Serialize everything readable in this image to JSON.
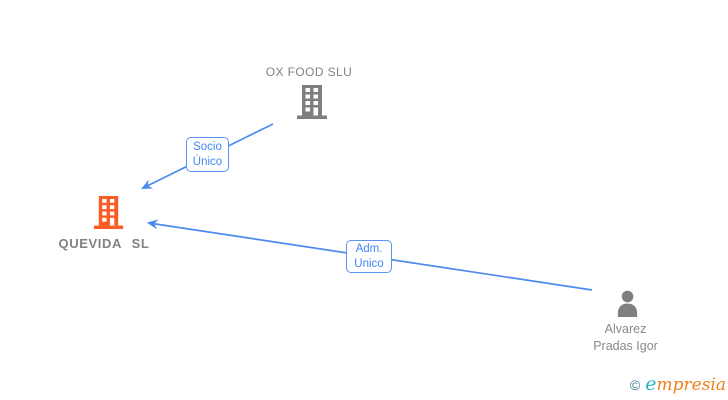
{
  "diagram": {
    "colors": {
      "edge_blue": "#4E89EE",
      "company_gray": "#7F7F7F",
      "company_orange": "#F95B22",
      "person_gray": "#7F7F7F",
      "node_label_gray": "#828282"
    },
    "nodes": {
      "ox_food": {
        "label": "OX FOOD SLU",
        "type": "company"
      },
      "quevida": {
        "label": "QUEVIDA SL",
        "type": "company"
      },
      "alvarez": {
        "label_line1": "Alvarez",
        "label_line2": "Pradas Igor",
        "type": "person"
      }
    },
    "edges": {
      "socio_unico": {
        "from": "OX FOOD SLU",
        "to": "QUEVIDA SL",
        "label_line1": "Socio",
        "label_line2": "Único"
      },
      "adm_unico": {
        "from": "Alvarez Pradas Igor",
        "to": "QUEVIDA SL",
        "label_line1": "Adm.",
        "label_line2": "Unico"
      }
    }
  },
  "footer": {
    "copyright_symbol": "©",
    "brand_first_letter": "e",
    "brand_rest": "mpresia"
  }
}
